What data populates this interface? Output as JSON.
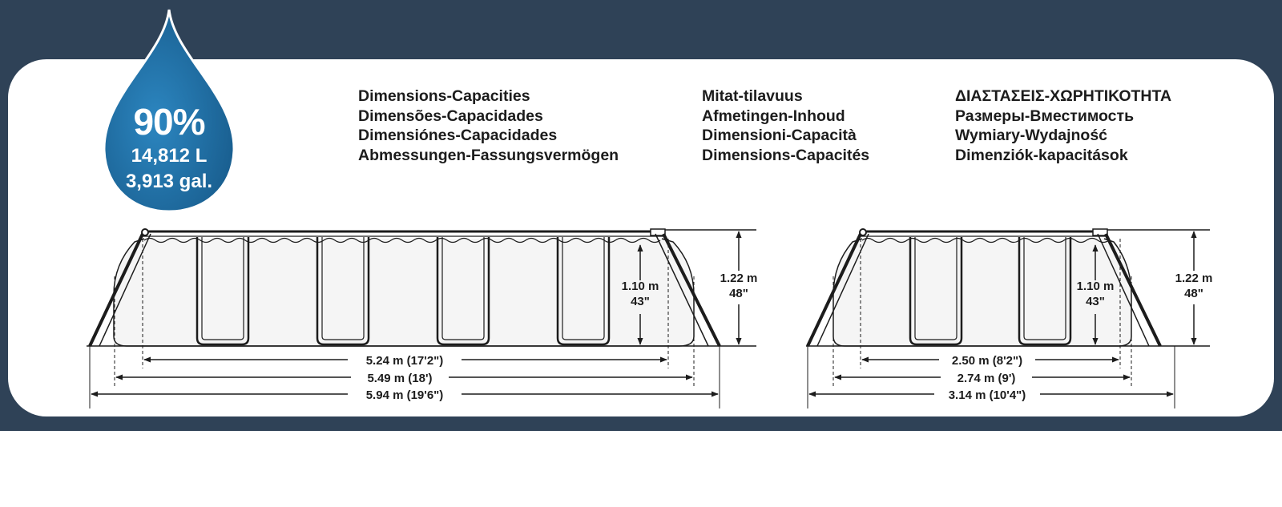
{
  "capacity": {
    "percent": "90%",
    "liters": "14,812 L",
    "gallons": "3,913 gal."
  },
  "titles": {
    "col1": [
      "Dimensions-Capacities",
      "Dimensões-Capacidades",
      "Dimensiónes-Capacidades",
      "Abmessungen-Fassungsvermögen"
    ],
    "col2": [
      "Mitat-tilavuus",
      "Afmetingen-Inhoud",
      "Dimensioni-Capacità",
      "Dimensions-Capacités"
    ],
    "col3": [
      "ΔΙΑΣΤΑΣΕΙΣ-ΧΩΡΗΤΙΚΟΤΗΤΑ",
      "Размеры-Вместимость",
      "Wymiary-Wydajność",
      "Dimenziók-kapacitások"
    ]
  },
  "side_view": {
    "water_depth_m": "1.10 m",
    "water_depth_in": "43\"",
    "height_m": "1.22 m",
    "height_in": "48\"",
    "inner_length": "5.24 m (17'2\")",
    "mid_length": "5.49 m (18')",
    "outer_length": "5.94 m (19'6\")"
  },
  "end_view": {
    "water_depth_m": "1.10 m",
    "water_depth_in": "43\"",
    "height_m": "1.22 m",
    "height_in": "48\"",
    "inner_width": "2.50 m (8'2\")",
    "mid_width": "2.74 m (9')",
    "outer_width": "3.14 m (10'4\")"
  },
  "colors": {
    "banner": "#2f4257",
    "drop": "#1f6ea3",
    "line": "#1c1c1c"
  }
}
